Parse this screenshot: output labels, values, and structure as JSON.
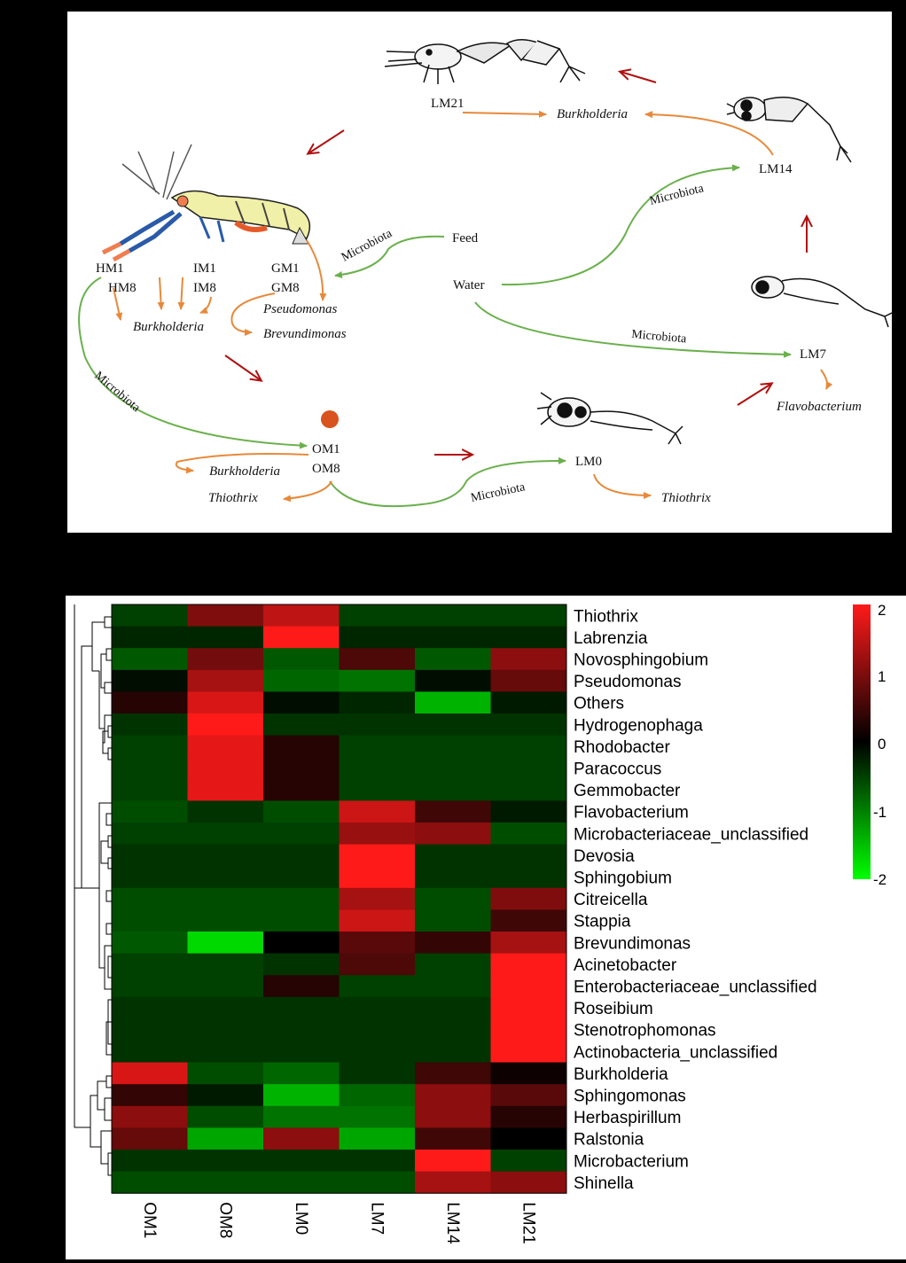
{
  "diagram": {
    "labels": {
      "lm21": "LM21",
      "lm14": "LM14",
      "lm7": "LM7",
      "lm0": "LM0",
      "hm1": "HM1",
      "hm8": "HM8",
      "im1": "IM1",
      "im8": "IM8",
      "gm1": "GM1",
      "gm8": "GM8",
      "om1": "OM1",
      "om8": "OM8",
      "feed": "Feed",
      "water": "Water"
    },
    "taxa": {
      "burkholderia_top": "Burkholderia",
      "burkholderia_adult": "Burkholderia",
      "burkholderia_egg": "Burkholderia",
      "pseudomonas": "Pseudomonas",
      "brevundimonas": "Brevundimonas",
      "thiothrix_egg": "Thiothrix",
      "thiothrix_lm0": "Thiothrix",
      "flavobacterium": "Flavobacterium"
    },
    "microbiota": {
      "feed": "Microbiota",
      "water_lm14": "Microbiota",
      "water_lm7": "Microbiota",
      "adult_om": "Microbiota",
      "om_lm0": "Microbiota"
    },
    "colors": {
      "green_arrow": "#6ab04c",
      "orange_arrow": "#e8893a",
      "red_arrow": "#b01010",
      "egg": "#d9531e"
    }
  },
  "heatmap": {
    "colorbar": {
      "max_label": "2",
      "tick1": "1",
      "tick0": "0",
      "tickm1": "-1",
      "min_label": "-2"
    },
    "colors": {
      "high": "#ff1a1a",
      "mid": "#000000",
      "low": "#00ff00"
    }
  },
  "chart_data": {
    "type": "heatmap",
    "columns": [
      "OM1",
      "OM8",
      "LM0",
      "LM7",
      "LM14",
      "LM21"
    ],
    "rows": [
      "Thiothrix",
      "Labrenzia",
      "Novosphingobium",
      "Pseudomonas",
      "Others",
      "Hydrogenophaga",
      "Rhodobacter",
      "Paracoccus",
      "Gemmobacter",
      "Flavobacterium",
      "Microbacteriaceae_unclassified",
      "Devosia",
      "Sphingobium",
      "Citreicella",
      "Stappia",
      "Brevundimonas",
      "Acinetobacter",
      "Enterobacteriaceae_unclassified",
      "Roseibium",
      "Stenotrophomonas",
      "Actinobacteria_unclassified",
      "Burkholderia",
      "Sphingomonas",
      "Herbaspirillum",
      "Ralstonia",
      "Microbacterium",
      "Shinella"
    ],
    "values": [
      [
        -0.5,
        1.0,
        1.5,
        -0.5,
        -0.5,
        -0.5
      ],
      [
        -0.3,
        -0.3,
        2.0,
        -0.3,
        -0.3,
        -0.3
      ],
      [
        -0.7,
        0.9,
        -0.7,
        0.6,
        -0.7,
        1.1
      ],
      [
        -0.1,
        1.3,
        -0.8,
        -0.9,
        -0.1,
        0.8
      ],
      [
        0.3,
        1.7,
        -0.1,
        -0.3,
        -1.4,
        -0.2
      ],
      [
        -0.4,
        2.0,
        -0.4,
        -0.4,
        -0.4,
        -0.4
      ],
      [
        -0.5,
        1.8,
        0.3,
        -0.5,
        -0.5,
        -0.5
      ],
      [
        -0.5,
        1.8,
        0.3,
        -0.5,
        -0.5,
        -0.5
      ],
      [
        -0.5,
        1.8,
        0.3,
        -0.5,
        -0.5,
        -0.5
      ],
      [
        -0.6,
        -0.4,
        -0.6,
        1.6,
        0.5,
        -0.2
      ],
      [
        -0.5,
        -0.5,
        -0.5,
        1.2,
        1.1,
        -0.6
      ],
      [
        -0.4,
        -0.4,
        -0.4,
        2.0,
        -0.4,
        -0.4
      ],
      [
        -0.4,
        -0.4,
        -0.4,
        2.0,
        -0.4,
        -0.4
      ],
      [
        -0.6,
        -0.6,
        -0.6,
        1.3,
        -0.6,
        1.0
      ],
      [
        -0.6,
        -0.6,
        -0.6,
        1.6,
        -0.6,
        0.5
      ],
      [
        -0.7,
        -1.7,
        0.0,
        0.7,
        0.4,
        1.3
      ],
      [
        -0.5,
        -0.5,
        -0.4,
        0.6,
        -0.5,
        2.0
      ],
      [
        -0.5,
        -0.5,
        0.3,
        -0.5,
        -0.5,
        2.0
      ],
      [
        -0.4,
        -0.4,
        -0.4,
        -0.4,
        -0.4,
        2.0
      ],
      [
        -0.4,
        -0.4,
        -0.4,
        -0.4,
        -0.4,
        2.0
      ],
      [
        -0.4,
        -0.4,
        -0.4,
        -0.4,
        -0.4,
        2.0
      ],
      [
        1.7,
        -0.6,
        -0.8,
        -0.4,
        0.5,
        0.1
      ],
      [
        0.4,
        -0.2,
        -1.4,
        -0.8,
        1.1,
        0.7
      ],
      [
        1.1,
        -0.6,
        -0.9,
        -0.9,
        1.1,
        0.3
      ],
      [
        0.8,
        -1.3,
        1.1,
        -1.3,
        0.5,
        0.0
      ],
      [
        -0.4,
        -0.4,
        -0.4,
        -0.4,
        2.0,
        -0.5
      ],
      [
        -0.6,
        -0.6,
        -0.6,
        -0.6,
        1.3,
        1.1
      ]
    ],
    "vmin": -2,
    "vmax": 2,
    "colorbar_ticks": [
      2,
      1,
      0,
      -1,
      -2
    ]
  }
}
